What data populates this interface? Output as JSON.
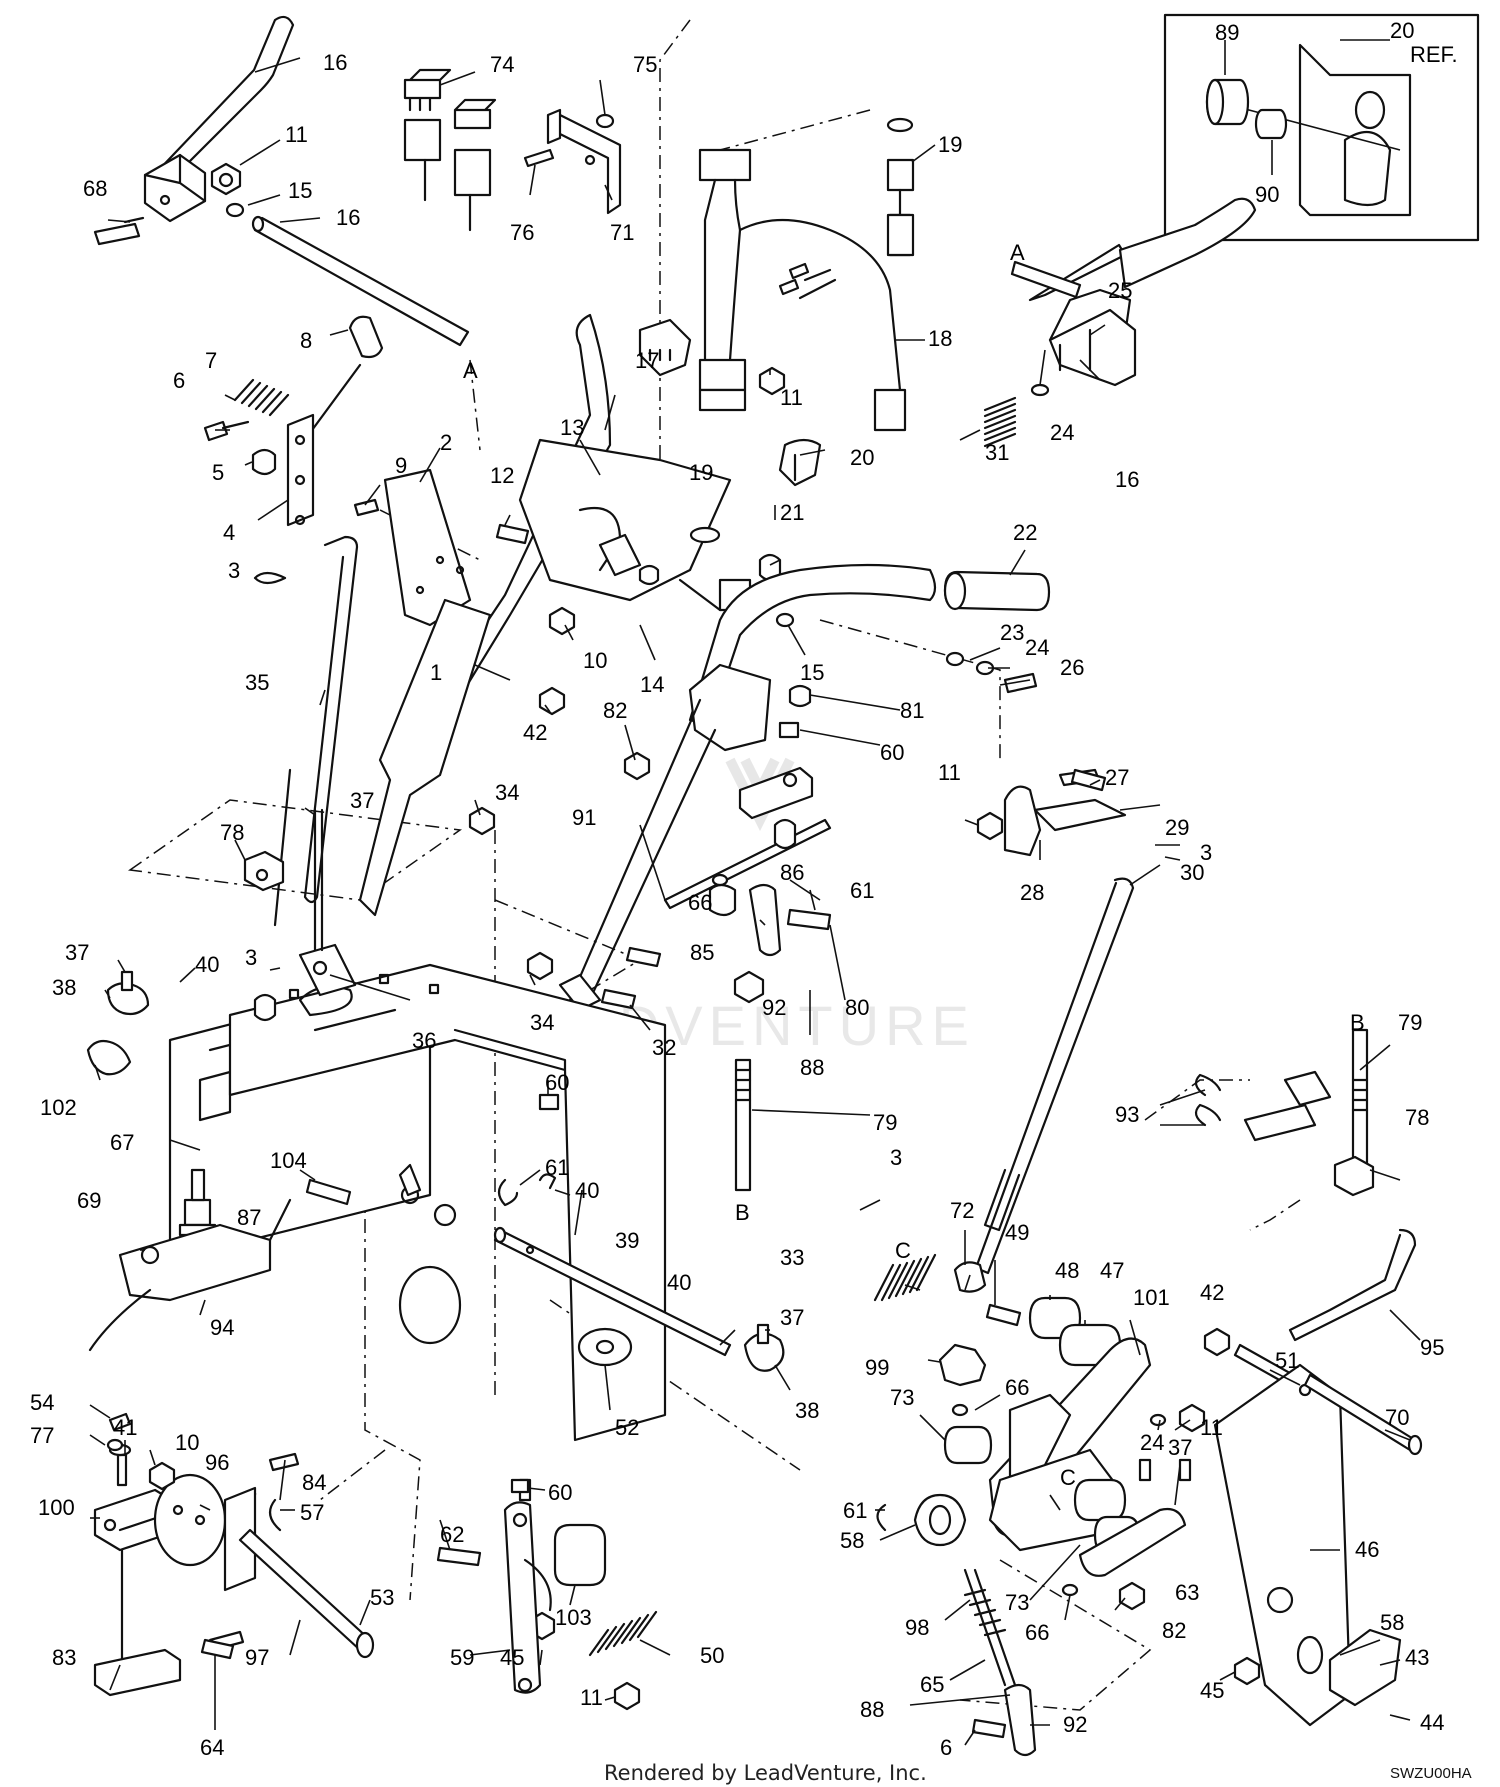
{
  "diagram": {
    "code": "SWZU00HA",
    "credit": "Rendered by LeadVenture, Inc.",
    "watermark": "LEADVENTURE",
    "inset": {
      "ref_label": "20",
      "ref_suffix": "REF."
    },
    "callouts": [
      {
        "id": "c16a",
        "t": "16"
      },
      {
        "id": "c11a",
        "t": "11"
      },
      {
        "id": "c68",
        "t": "68"
      },
      {
        "id": "c15a",
        "t": "15"
      },
      {
        "id": "c16b",
        "t": "16"
      },
      {
        "id": "c74",
        "t": "74"
      },
      {
        "id": "c75",
        "t": "75"
      },
      {
        "id": "c76",
        "t": "76"
      },
      {
        "id": "c71",
        "t": "71"
      },
      {
        "id": "c19a",
        "t": "19"
      },
      {
        "id": "c18",
        "t": "18"
      },
      {
        "id": "c89",
        "t": "89"
      },
      {
        "id": "c90",
        "t": "90"
      },
      {
        "id": "cA1",
        "t": "A"
      },
      {
        "id": "cA2",
        "t": "A"
      },
      {
        "id": "c25",
        "t": "25"
      },
      {
        "id": "c24a",
        "t": "24"
      },
      {
        "id": "c31",
        "t": "31"
      },
      {
        "id": "c16c",
        "t": "16"
      },
      {
        "id": "c8",
        "t": "8"
      },
      {
        "id": "c7",
        "t": "7"
      },
      {
        "id": "c6a",
        "t": "6"
      },
      {
        "id": "c5",
        "t": "5"
      },
      {
        "id": "c4",
        "t": "4"
      },
      {
        "id": "c2",
        "t": "2"
      },
      {
        "id": "c9",
        "t": "9"
      },
      {
        "id": "c3a",
        "t": "3"
      },
      {
        "id": "c17",
        "t": "17"
      },
      {
        "id": "c13",
        "t": "13"
      },
      {
        "id": "c12",
        "t": "12"
      },
      {
        "id": "c11b",
        "t": "11"
      },
      {
        "id": "c20",
        "t": "20"
      },
      {
        "id": "c19b",
        "t": "19"
      },
      {
        "id": "c21",
        "t": "21"
      },
      {
        "id": "c22",
        "t": "22"
      },
      {
        "id": "c10a",
        "t": "10"
      },
      {
        "id": "c14",
        "t": "14"
      },
      {
        "id": "c1",
        "t": "1"
      },
      {
        "id": "c35",
        "t": "35"
      },
      {
        "id": "c42a",
        "t": "42"
      },
      {
        "id": "c15b",
        "t": "15"
      },
      {
        "id": "c23",
        "t": "23"
      },
      {
        "id": "c24b",
        "t": "24"
      },
      {
        "id": "c26",
        "t": "26"
      },
      {
        "id": "c81",
        "t": "81"
      },
      {
        "id": "c82a",
        "t": "82"
      },
      {
        "id": "c60a",
        "t": "60"
      },
      {
        "id": "c11c",
        "t": "11"
      },
      {
        "id": "c27",
        "t": "27"
      },
      {
        "id": "c29",
        "t": "29"
      },
      {
        "id": "c28",
        "t": "28"
      },
      {
        "id": "c3b",
        "t": "3"
      },
      {
        "id": "c78a",
        "t": "78"
      },
      {
        "id": "c37a",
        "t": "37"
      },
      {
        "id": "c34a",
        "t": "34"
      },
      {
        "id": "c91",
        "t": "91"
      },
      {
        "id": "c86",
        "t": "86"
      },
      {
        "id": "c61a",
        "t": "61"
      },
      {
        "id": "c66a",
        "t": "66"
      },
      {
        "id": "c85",
        "t": "85"
      },
      {
        "id": "c92a",
        "t": "92"
      },
      {
        "id": "c80",
        "t": "80"
      },
      {
        "id": "c30",
        "t": "30"
      },
      {
        "id": "c3c",
        "t": "3"
      },
      {
        "id": "c37b",
        "t": "37"
      },
      {
        "id": "c40a",
        "t": "40"
      },
      {
        "id": "c38a",
        "t": "38"
      },
      {
        "id": "c36",
        "t": "36"
      },
      {
        "id": "c34b",
        "t": "34"
      },
      {
        "id": "c32",
        "t": "32"
      },
      {
        "id": "c88a",
        "t": "88"
      },
      {
        "id": "c102",
        "t": "102"
      },
      {
        "id": "c67",
        "t": "67"
      },
      {
        "id": "c60b",
        "t": "60"
      },
      {
        "id": "c79a",
        "t": "79"
      },
      {
        "id": "cB1",
        "t": "B"
      },
      {
        "id": "c79b",
        "t": "79"
      },
      {
        "id": "cB2",
        "t": "B"
      },
      {
        "id": "c93",
        "t": "93"
      },
      {
        "id": "c78b",
        "t": "78"
      },
      {
        "id": "c104",
        "t": "104"
      },
      {
        "id": "c61b",
        "t": "61"
      },
      {
        "id": "c40b",
        "t": "40"
      },
      {
        "id": "c3d",
        "t": "3"
      },
      {
        "id": "c72",
        "t": "72"
      },
      {
        "id": "c49",
        "t": "49"
      },
      {
        "id": "c48",
        "t": "48"
      },
      {
        "id": "c47",
        "t": "47"
      },
      {
        "id": "c101",
        "t": "101"
      },
      {
        "id": "c69",
        "t": "69"
      },
      {
        "id": "c87",
        "t": "87"
      },
      {
        "id": "c39",
        "t": "39"
      },
      {
        "id": "c33",
        "t": "33"
      },
      {
        "id": "cC1",
        "t": "C"
      },
      {
        "id": "c40c",
        "t": "40"
      },
      {
        "id": "c37c",
        "t": "37"
      },
      {
        "id": "c38b",
        "t": "38"
      },
      {
        "id": "c94",
        "t": "94"
      },
      {
        "id": "c52",
        "t": "52"
      },
      {
        "id": "c99",
        "t": "99"
      },
      {
        "id": "c66b",
        "t": "66"
      },
      {
        "id": "c73a",
        "t": "73"
      },
      {
        "id": "c42b",
        "t": "42"
      },
      {
        "id": "c51",
        "t": "51"
      },
      {
        "id": "c95",
        "t": "95"
      },
      {
        "id": "c24c",
        "t": "24"
      },
      {
        "id": "c11d",
        "t": "11"
      },
      {
        "id": "c70",
        "t": "70"
      },
      {
        "id": "c54",
        "t": "54"
      },
      {
        "id": "c77",
        "t": "77"
      },
      {
        "id": "c41",
        "t": "41"
      },
      {
        "id": "c10b",
        "t": "10"
      },
      {
        "id": "c96",
        "t": "96"
      },
      {
        "id": "c100",
        "t": "100"
      },
      {
        "id": "c84",
        "t": "84"
      },
      {
        "id": "c57",
        "t": "57"
      },
      {
        "id": "c53",
        "t": "53"
      },
      {
        "id": "c60c",
        "t": "60"
      },
      {
        "id": "c62",
        "t": "62"
      },
      {
        "id": "c103",
        "t": "103"
      },
      {
        "id": "c61c",
        "t": "61"
      },
      {
        "id": "c58a",
        "t": "58"
      },
      {
        "id": "cC2",
        "t": "C"
      },
      {
        "id": "c37d",
        "t": "37"
      },
      {
        "id": "c46",
        "t": "46"
      },
      {
        "id": "c73b",
        "t": "73"
      },
      {
        "id": "c63",
        "t": "63"
      },
      {
        "id": "c82b",
        "t": "82"
      },
      {
        "id": "c66c",
        "t": "66"
      },
      {
        "id": "c98",
        "t": "98"
      },
      {
        "id": "c58b",
        "t": "58"
      },
      {
        "id": "c43",
        "t": "43"
      },
      {
        "id": "c50",
        "t": "50"
      },
      {
        "id": "c83",
        "t": "83"
      },
      {
        "id": "c97",
        "t": "97"
      },
      {
        "id": "c59",
        "t": "59"
      },
      {
        "id": "c45a",
        "t": "45"
      },
      {
        "id": "c11e",
        "t": "11"
      },
      {
        "id": "c65",
        "t": "65"
      },
      {
        "id": "c88b",
        "t": "88"
      },
      {
        "id": "c92b",
        "t": "92"
      },
      {
        "id": "c45b",
        "t": "45"
      },
      {
        "id": "c44",
        "t": "44"
      },
      {
        "id": "c64",
        "t": "64"
      },
      {
        "id": "c6b",
        "t": "6"
      }
    ]
  }
}
